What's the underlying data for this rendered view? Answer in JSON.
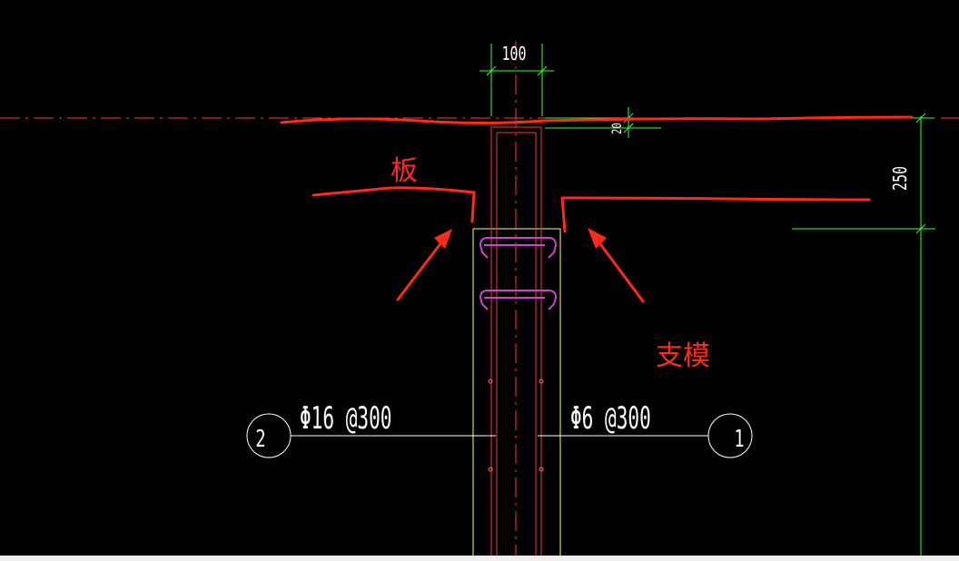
{
  "dimensions": {
    "width_label": "100",
    "small_label": "20",
    "height_label": "250"
  },
  "callouts": [
    {
      "number": "2",
      "rebar_label": "Φ16 @300"
    },
    {
      "number": "1",
      "rebar_label": "Φ6 @300"
    }
  ],
  "annotations": {
    "slab_label": "板",
    "formwork_label": "支模"
  },
  "colors": {
    "background": "#000000",
    "dimension": "#33ff33",
    "wall_outline": "#ffff66",
    "rebar": "#ff3333",
    "stirrup": "#cc44cc",
    "annotation": "#ff2a1a",
    "leader": "#ffffff"
  }
}
